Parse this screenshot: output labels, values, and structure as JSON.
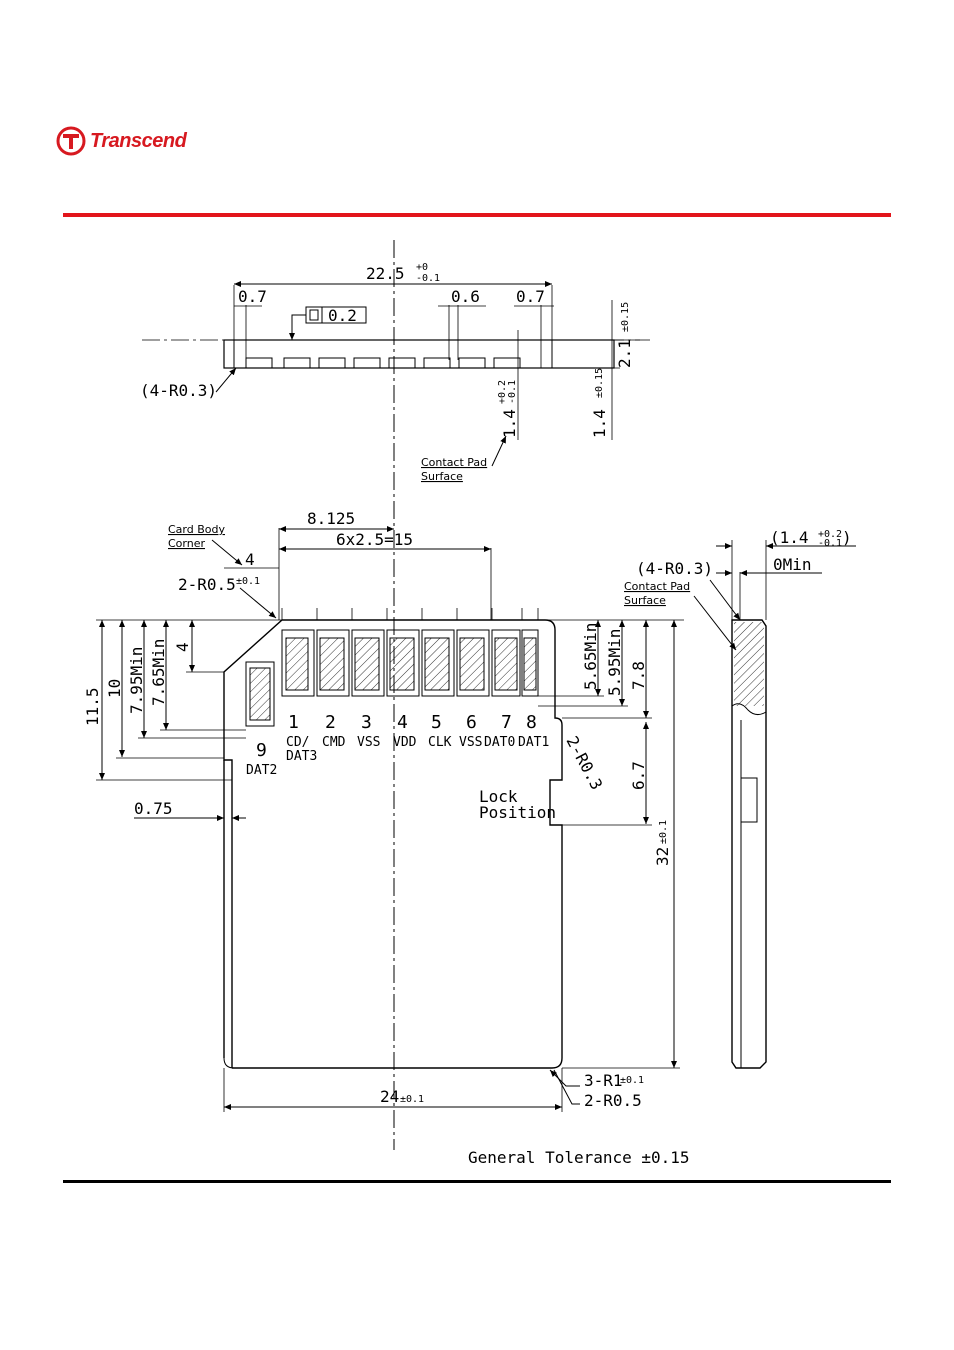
{
  "brand": {
    "name": "Transcend",
    "color": "#d71920"
  },
  "top_view": {
    "width": "22.5",
    "width_tol_plus": "+0",
    "width_tol_minus": "-0.1",
    "left_offset": "0.7",
    "gap": "0.6",
    "right_offset": "0.7",
    "flatness": "0.2",
    "corner_radius": "(4-R0.3)",
    "height": "2.1",
    "height_tol": "±0.15",
    "pad_depth": "1.4",
    "pad_depth_tol_plus": "+0.2",
    "pad_depth_tol_minus": "-0.1",
    "pad_depth2": "1.4",
    "pad_depth2_tol": "±0.15",
    "contact_pad": "Contact Pad",
    "surface": "Surface"
  },
  "front_view": {
    "card_body": "Card Body",
    "corner": "Corner",
    "dim_8125": "8.125",
    "dim_pitch": "6x2.5=15",
    "dim_4_top": "4",
    "corner_r": "2-R0.5",
    "corner_r_tol": "±0.1",
    "left_dims": [
      "11.5",
      "10",
      "7.95Min",
      "7.65Min",
      "4"
    ],
    "dim_075": "0.75",
    "right_dims": [
      "5.65Min",
      "5.95Min",
      "7.8"
    ],
    "dim_67": "6.7",
    "dim_32": "32",
    "dim_32_tol": "±0.1",
    "r03": "2-R0.3",
    "lock_line1": "Lock",
    "lock_line2": "Position",
    "dim_24": "24",
    "dim_24_tol": "±0.1",
    "r1": "3-R1",
    "r1_tol": "±0.1",
    "r05": "2-R0.5",
    "pins": [
      {
        "num": "1",
        "label": "CD/"
      },
      {
        "num": "2",
        "label": "CMD"
      },
      {
        "num": "3",
        "label": "VSS"
      },
      {
        "num": "4",
        "label": "VDD"
      },
      {
        "num": "5",
        "label": "CLK"
      },
      {
        "num": "6",
        "label": "VSS"
      },
      {
        "num": "7",
        "label": "DAT0"
      },
      {
        "num": "8",
        "label": "DAT1"
      }
    ],
    "pin1_label2": "DAT3",
    "pin9": {
      "num": "9",
      "label": "DAT2"
    }
  },
  "side_view": {
    "thickness": "(1.4",
    "thickness_tol_plus": "+0.2",
    "thickness_tol_minus": "-0.1",
    "thickness_close": ")",
    "min": "0Min",
    "corner_radius": "(4-R0.3)",
    "contact_pad": "Contact Pad",
    "surface": "Surface"
  },
  "tolerance_note": "General Tolerance ±0.15"
}
